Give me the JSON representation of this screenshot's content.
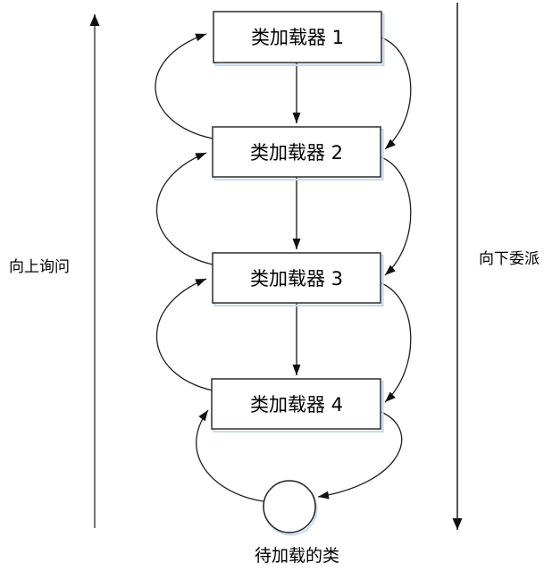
{
  "diagram": {
    "nodes": [
      {
        "label": "类加载器 1"
      },
      {
        "label": "类加载器 2"
      },
      {
        "label": "类加载器 3"
      },
      {
        "label": "类加载器 4"
      }
    ],
    "target_label": "待加载的类",
    "left_arrow_label": "向上询问",
    "right_arrow_label": "向下委派"
  },
  "colors": {
    "box_border": "#3a3a3a",
    "box_fill": "#ffffff",
    "box_shadow": "#c7d9ee",
    "connector": "#1f1f1f",
    "left_arrow": "#7a7a7a",
    "bg": "#ffffff",
    "text": "#000000"
  }
}
